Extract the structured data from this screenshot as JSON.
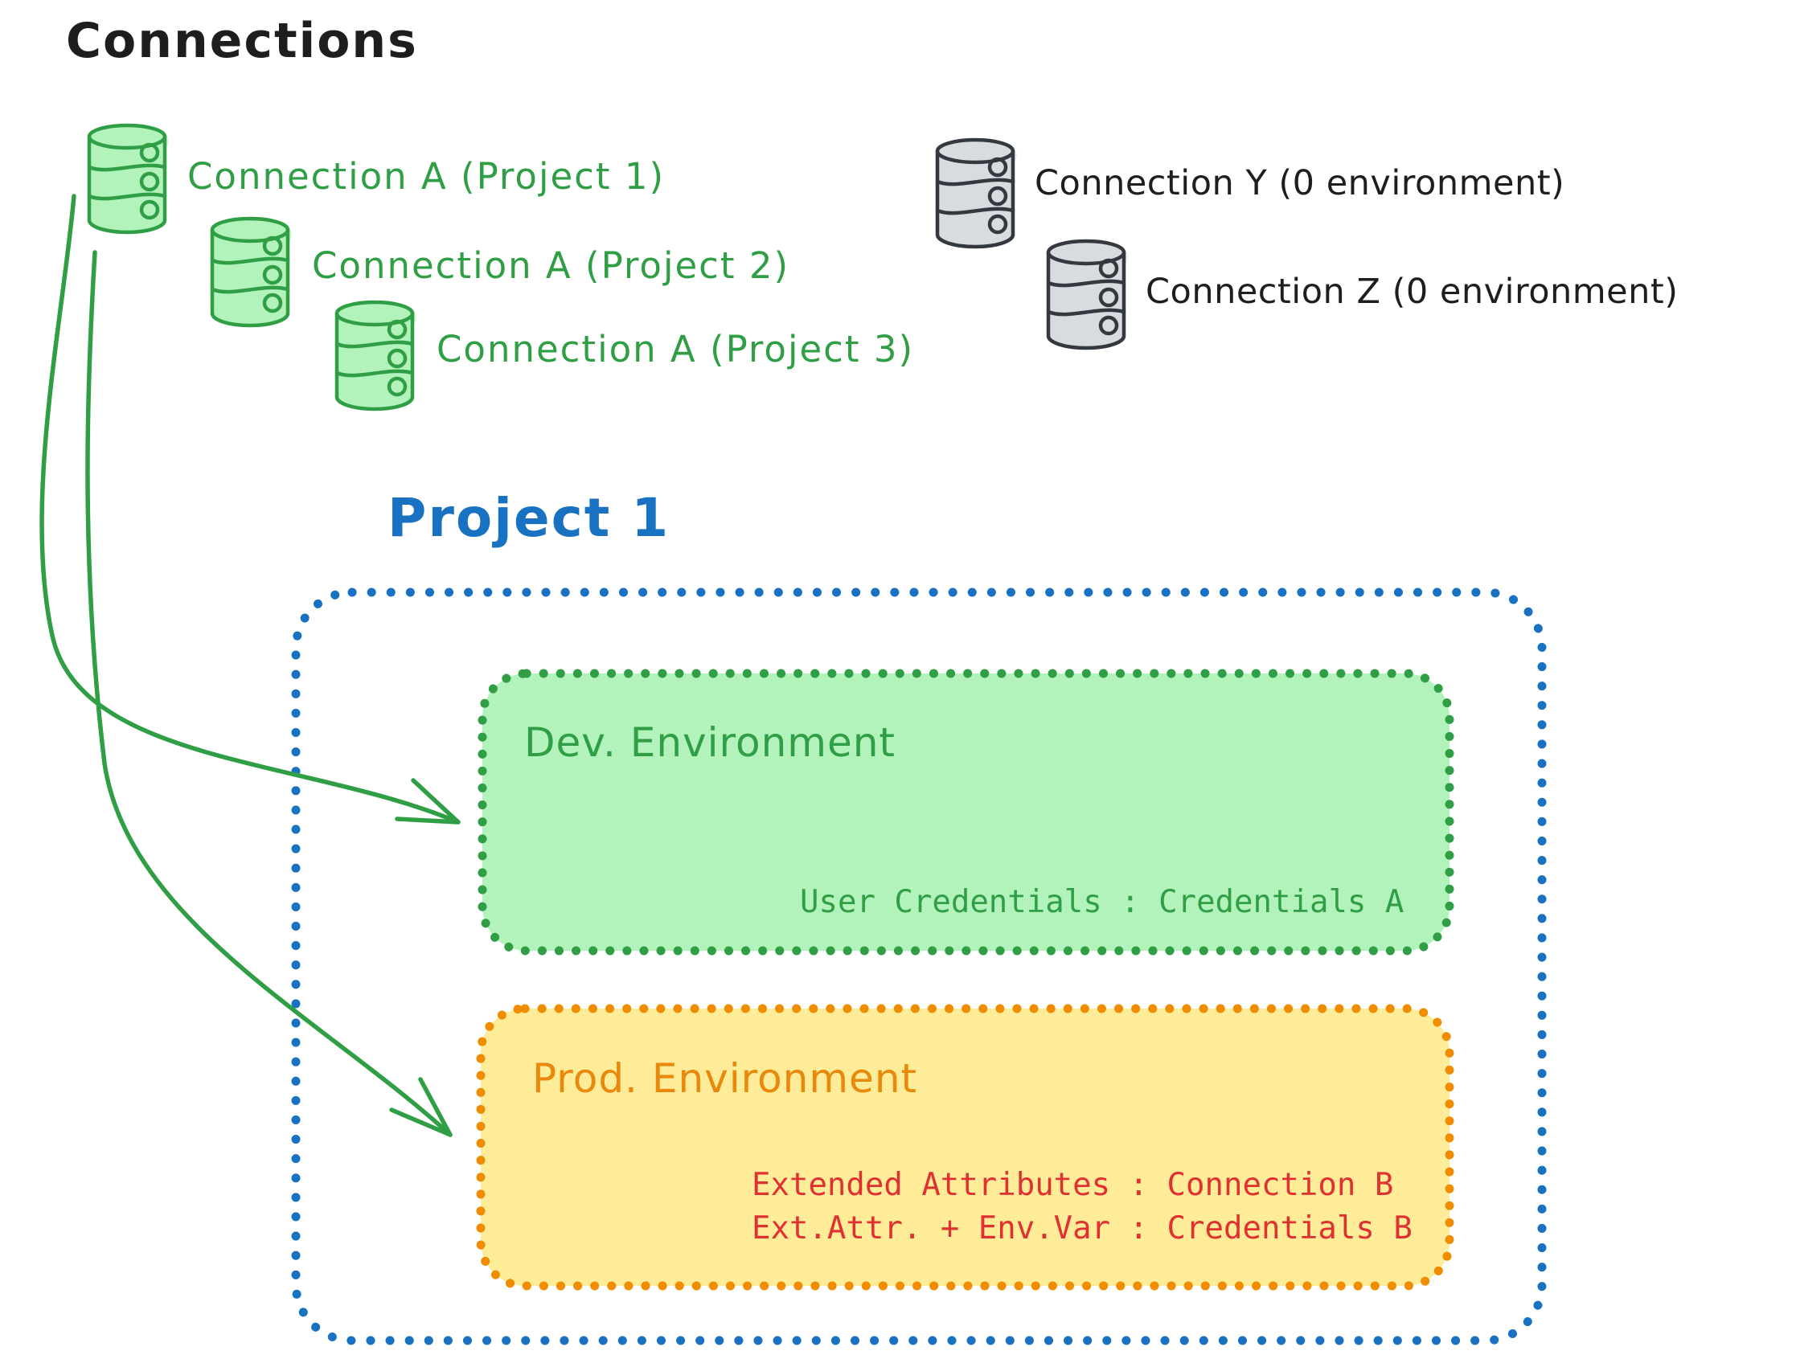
{
  "palette": {
    "background": "#ffffff",
    "ink_black": "#1e1e1e",
    "green_stroke": "#2f9e44",
    "green_fill": "#b2f2bb",
    "gray_stroke": "#343a40",
    "gray_fill": "#d8dce1",
    "blue": "#1971c2",
    "orange_text": "#e8890c",
    "orange_border": "#f08c00",
    "yellow_fill": "#ffec99",
    "red": "#e03131"
  },
  "title": "Connections",
  "connections": {
    "assigned": [
      {
        "label": "Connection A (Project 1)"
      },
      {
        "label": "Connection A (Project 2)"
      },
      {
        "label": "Connection A (Project 3)"
      }
    ],
    "unassigned": [
      {
        "label": "Connection Y (0 environment)"
      },
      {
        "label": "Connection Z (0 environment)"
      }
    ]
  },
  "project": {
    "title": "Project 1",
    "dev": {
      "name": "Dev. Environment",
      "mapping": "User Credentials : Credentials A"
    },
    "prod": {
      "name": "Prod. Environment",
      "mapping_line1": "Extended Attributes : Connection B",
      "mapping_line2": "Ext.Attr. + Env.Var : Credentials B"
    }
  }
}
